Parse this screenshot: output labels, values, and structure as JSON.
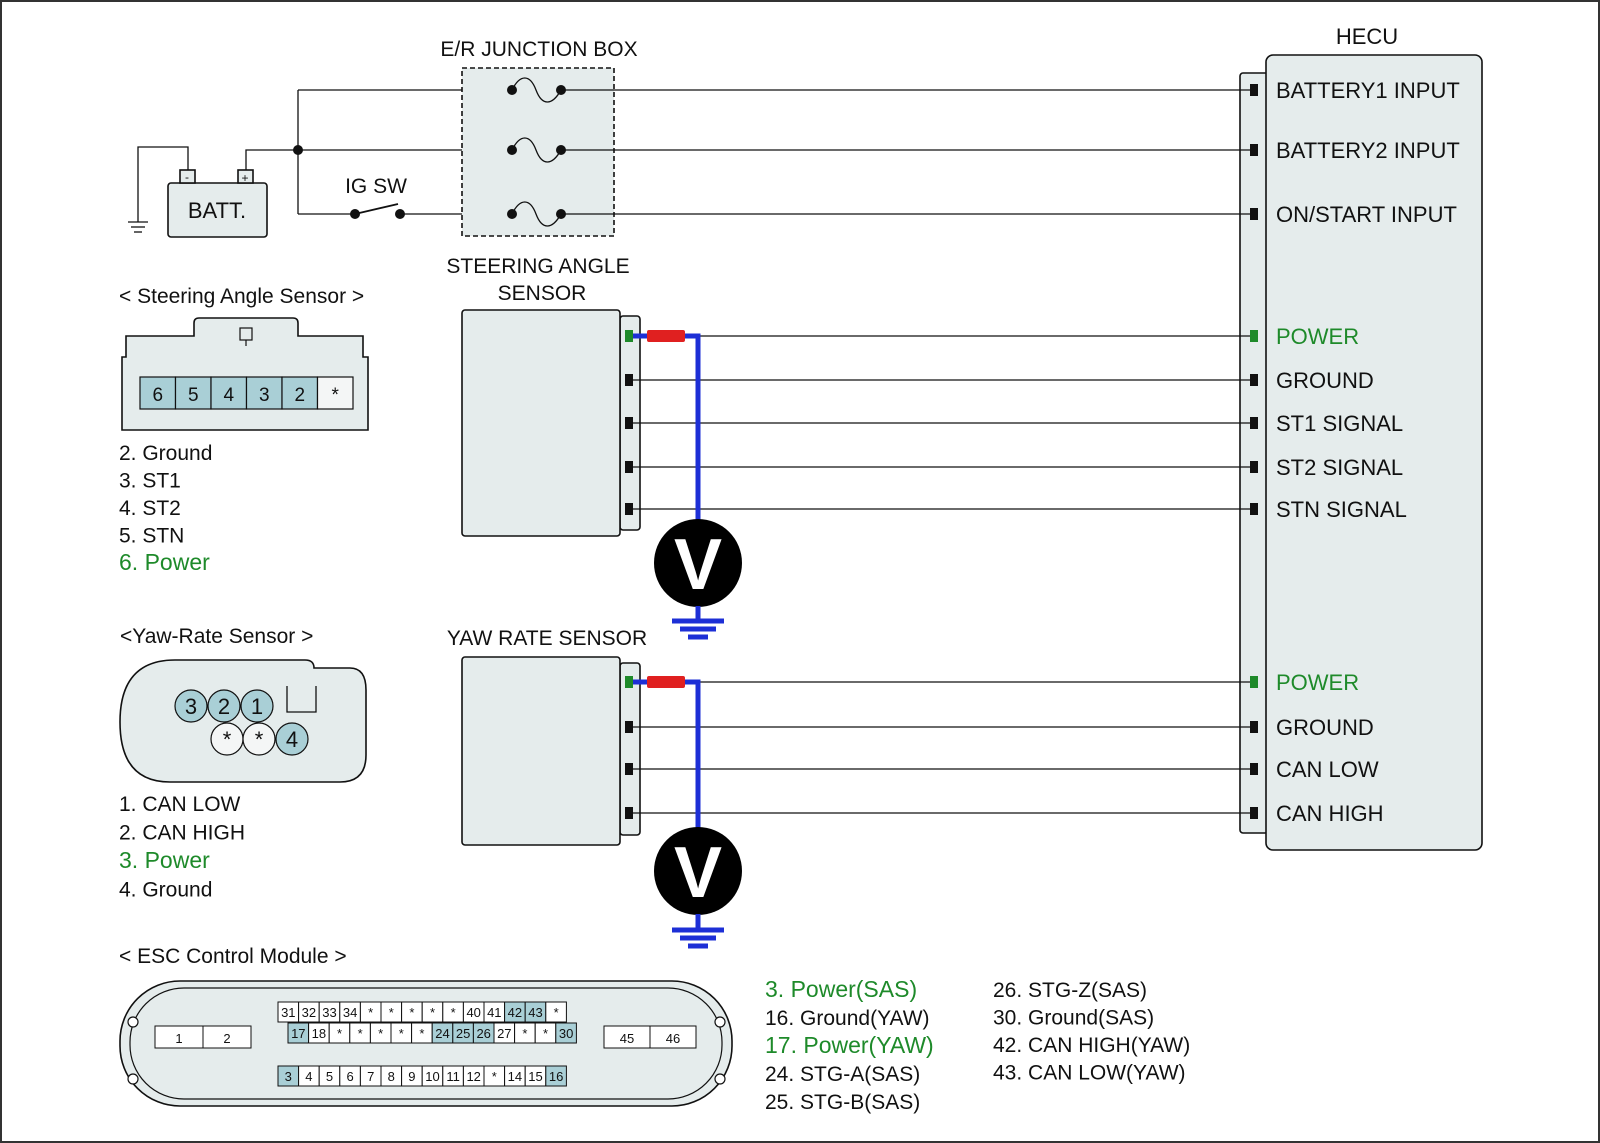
{
  "junction_box": {
    "title": "E/R JUNCTION BOX"
  },
  "hecu": {
    "title": "HECU",
    "pins": [
      {
        "label": "BATTERY1 INPUT",
        "color": "#111111"
      },
      {
        "label": "BATTERY2 INPUT",
        "color": "#111111"
      },
      {
        "label": "ON/START INPUT",
        "color": "#111111"
      },
      {
        "label": "POWER",
        "color": "#1e8a2a"
      },
      {
        "label": "GROUND",
        "color": "#111111"
      },
      {
        "label": "ST1 SIGNAL",
        "color": "#111111"
      },
      {
        "label": "ST2 SIGNAL",
        "color": "#111111"
      },
      {
        "label": "STN SIGNAL",
        "color": "#111111"
      },
      {
        "label": "POWER",
        "color": "#1e8a2a"
      },
      {
        "label": "GROUND",
        "color": "#111111"
      },
      {
        "label": "CAN LOW",
        "color": "#111111"
      },
      {
        "label": "CAN HIGH",
        "color": "#111111"
      }
    ]
  },
  "battery": {
    "label": "BATT.",
    "minus": "-",
    "plus": "+"
  },
  "ignition_switch": {
    "label": "IG SW"
  },
  "steering_sensor": {
    "title_line1": "STEERING ANGLE",
    "title_line2": "SENSOR"
  },
  "yaw_sensor": {
    "title": "YAW RATE SENSOR"
  },
  "voltmeter": {
    "symbol": "V"
  },
  "sas_connector": {
    "title": "< Steering Angle Sensor >",
    "pins": [
      "6",
      "5",
      "4",
      "3",
      "2",
      "*"
    ],
    "legend": [
      {
        "text": "2. Ground",
        "highlight": false
      },
      {
        "text": "3. ST1",
        "highlight": false
      },
      {
        "text": "4. ST2",
        "highlight": false
      },
      {
        "text": "5. STN",
        "highlight": false
      },
      {
        "text": "6. Power",
        "highlight": true
      }
    ]
  },
  "yaw_connector": {
    "title": "<Yaw-Rate Sensor >",
    "pins_top": [
      "3",
      "2",
      "1"
    ],
    "pins_bottom": [
      "*",
      "*",
      "4"
    ],
    "legend": [
      {
        "text": "1. CAN LOW",
        "highlight": false
      },
      {
        "text": "2. CAN HIGH",
        "highlight": false
      },
      {
        "text": "3. Power",
        "highlight": true
      },
      {
        "text": "4. Ground",
        "highlight": false
      }
    ]
  },
  "esc_connector": {
    "title": "< ESC Control Module >",
    "row1": [
      "31",
      "32",
      "33",
      "34",
      "*",
      "*",
      "*",
      "*",
      "*",
      "40",
      "41",
      "42",
      "43",
      "*"
    ],
    "row2": [
      "17",
      "18",
      "*",
      "*",
      "*",
      "*",
      "*",
      "24",
      "25",
      "26",
      "27",
      "*",
      "*",
      "30"
    ],
    "row3": [
      "3",
      "4",
      "5",
      "6",
      "7",
      "8",
      "9",
      "10",
      "11",
      "12",
      "*",
      "14",
      "15",
      "16"
    ],
    "left_pins": [
      "1",
      "2"
    ],
    "right_pins": [
      "45",
      "46"
    ],
    "legend_col1": [
      {
        "text": "3. Power(SAS)",
        "highlight": true
      },
      {
        "text": "16. Ground(YAW)",
        "highlight": false
      },
      {
        "text": "17. Power(YAW)",
        "highlight": true
      },
      {
        "text": "24. STG-A(SAS)",
        "highlight": false
      },
      {
        "text": "25. STG-B(SAS)",
        "highlight": false
      }
    ],
    "legend_col2": [
      {
        "text": "26. STG-Z(SAS)",
        "highlight": false
      },
      {
        "text": "30. Ground(SAS)",
        "highlight": false
      },
      {
        "text": "42. CAN HIGH(YAW)",
        "highlight": false
      },
      {
        "text": "43. CAN LOW(YAW)",
        "highlight": false
      }
    ]
  },
  "colors": {
    "probe": "#1d2fd6",
    "probe_tip": "#e02020",
    "highlight": "#1e8a2a",
    "pin_fill": "#a9cfd6",
    "housing": "#e5ecec"
  }
}
